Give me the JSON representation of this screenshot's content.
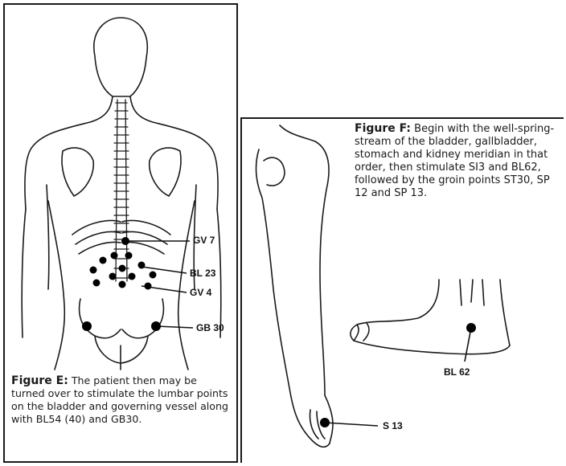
{
  "figure_e": {
    "caption_title": "Figure E:",
    "caption_text": "The patient then may be turned over to stimulate the lumbar points on the bladder and governing vessel along with BL54 (40) and GB30.",
    "labels": {
      "gv7": "GV 7",
      "bl23": "BL 23",
      "gv4": "GV 4",
      "gb30": "GB 30"
    }
  },
  "figure_f": {
    "caption_title": "Figure F:",
    "caption_text": "Begin with the well-spring-stream of the bladder, gallbladder, stomach and kidney meridian in that order, then stimulate SI3 and BL62, followed by the groin points ST30, SP 12 and SP 13.",
    "labels": {
      "bl62": "BL 62",
      "s13": "S 13"
    }
  },
  "colors": {
    "ink": "#1a1a1a",
    "point": "#000000"
  }
}
